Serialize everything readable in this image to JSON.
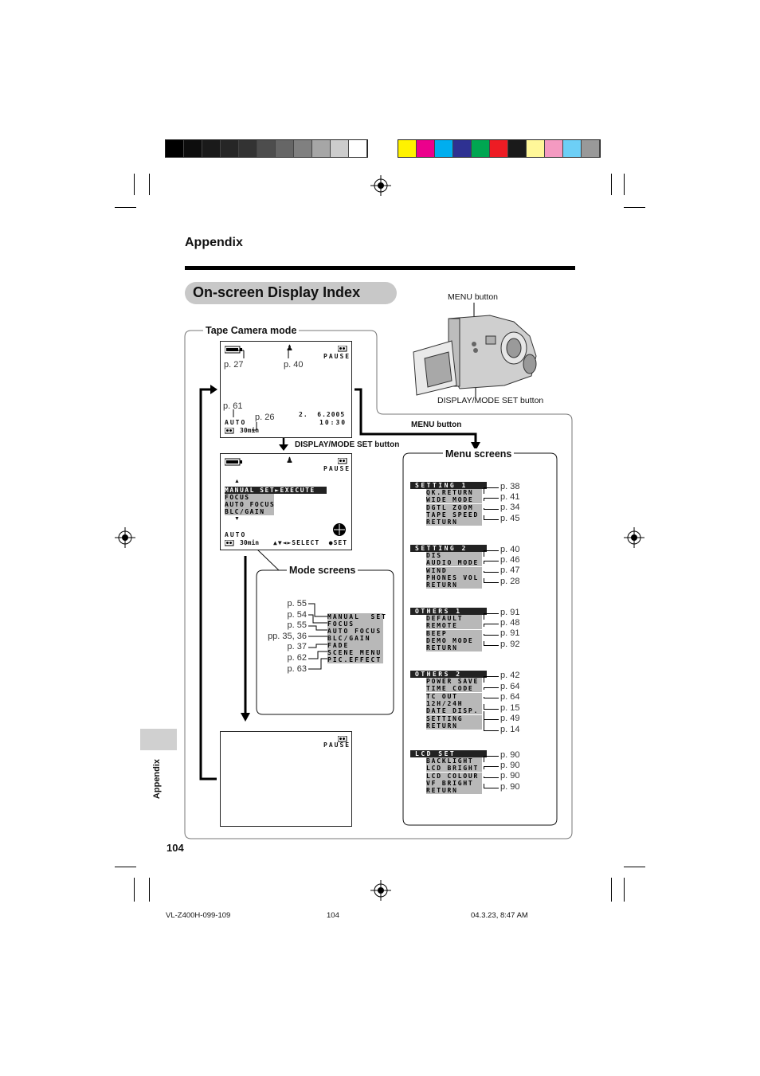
{
  "header": {
    "section": "Appendix",
    "title": "On-screen Display Index"
  },
  "labels": {
    "tape_camera_mode": "Tape Camera mode",
    "menu_screens": "Menu screens",
    "mode_screens": "Mode screens",
    "menu_button": "MENU button",
    "display_mode_set_button": "DISPLAY/MODE SET button",
    "menu_button_bold": "MENU button",
    "display_mode_set_button_bold": "DISPLAY/MODE SET button"
  },
  "screen1": {
    "pause": "PAUSE",
    "auto": "AUTO",
    "time": "30min",
    "date": "2.  6.2005",
    "clock": "10:30",
    "p27": "p. 27",
    "p40": "p. 40",
    "p61": "p. 61",
    "p26": "p. 26"
  },
  "screen2": {
    "pause": "PAUSE",
    "menu_header": "MANUAL SET►EXECUTE",
    "items": [
      "FOCUS",
      "AUTO FOCUS",
      "BLC/GAIN"
    ],
    "auto": "AUTO",
    "time": "30min",
    "nav": "▲▼◄►SELECT  ●SET"
  },
  "screen3": {
    "pause": "PAUSE"
  },
  "mode_screens": {
    "items": [
      "MANUAL  SET",
      "FOCUS",
      "AUTO FOCUS",
      "BLC/GAIN",
      "FADE",
      "SCENE MENU",
      "PIC.EFFECT"
    ],
    "pages": [
      "p. 55",
      "p. 54",
      "p. 55",
      "pp. 35, 36",
      "p. 37",
      "p. 62",
      "p. 63"
    ]
  },
  "menus": [
    {
      "header": "SETTING 1",
      "items": [
        "QK.RETURN",
        "WIDE MODE",
        "DGTL ZOOM",
        "TAPE SPEED",
        "RETURN"
      ],
      "pages": [
        "p. 38",
        "p. 41",
        "p. 34",
        "p. 45"
      ]
    },
    {
      "header": "SETTING 2",
      "items": [
        "DIS",
        "AUDIO MODE",
        "WIND",
        "PHONES VOL",
        "RETURN"
      ],
      "pages": [
        "p. 40",
        "p. 46",
        "p. 47",
        "p. 28"
      ]
    },
    {
      "header": "OTHERS 1",
      "items": [
        "DEFAULT",
        "REMOTE",
        "BEEP",
        "DEMO MODE",
        "RETURN"
      ],
      "pages": [
        "p. 91",
        "p. 48",
        "p. 91",
        "p. 92"
      ]
    },
    {
      "header": "OTHERS 2",
      "items": [
        "POWER SAVE",
        "TIME CODE",
        "TC OUT",
        "12H/24H",
        "DATE DISP.",
        "SETTING",
        "RETURN"
      ],
      "pages": [
        "p. 42",
        "p. 64",
        "p. 64",
        "p. 15",
        "p. 49",
        "p. 14"
      ]
    },
    {
      "header": "LCD SET",
      "items": [
        "BACKLIGHT",
        "LCD BRIGHT",
        "LCD COLOUR",
        "VF BRIGHT",
        "RETURN"
      ],
      "pages": [
        "p. 90",
        "p. 90",
        "p. 90",
        "p. 90"
      ]
    }
  ],
  "side_tab": "Appendix",
  "page_number": "104",
  "footer": {
    "left": "VL-Z400H-099-109",
    "center": "104",
    "right": "04.3.23, 8:47 AM"
  },
  "colors": {
    "gray_scale": [
      "#000000",
      "#0d0d0d",
      "#1a1a1a",
      "#262626",
      "#333333",
      "#4d4d4d",
      "#666666",
      "#808080",
      "#a6a6a6",
      "#cccccc",
      "#ffffff"
    ],
    "color_bar": [
      "#fff200",
      "#ec008c",
      "#00aeef",
      "#2e3192",
      "#00a651",
      "#ed1c24",
      "#1a1a1a",
      "#fff799",
      "#f49ac1",
      "#6dcff6",
      "#999999"
    ]
  }
}
